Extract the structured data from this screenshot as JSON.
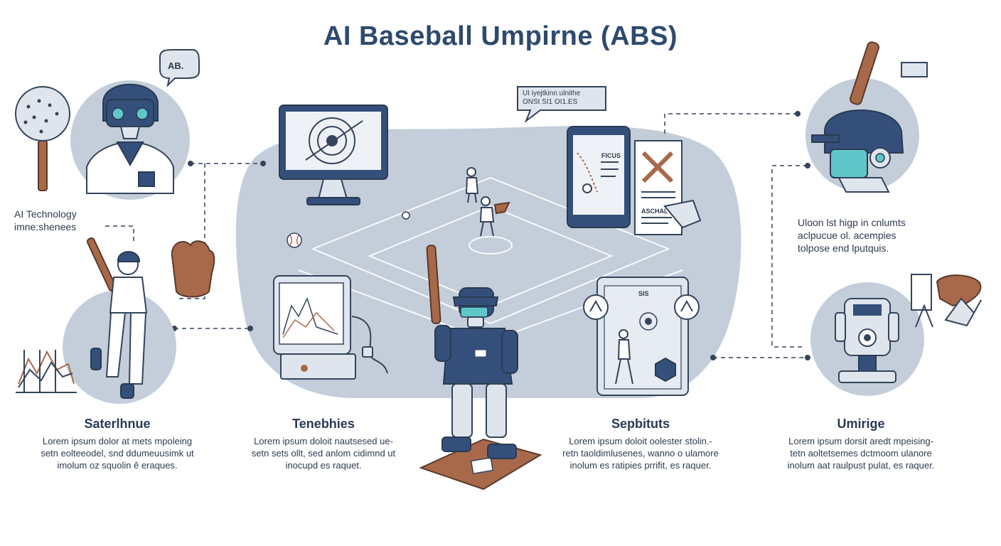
{
  "title": "AI Baseball Umpirne (ABS)",
  "speech_bubble": "AB.",
  "top_bubble": [
    "UI iyejtkinn ulnithe",
    "ONSt SI1 OI1.ES"
  ],
  "left_label": [
    "AI Technology",
    "imne:shenees"
  ],
  "right_text": [
    "Uloon lst higp in cnlumts",
    "aclpucue ol. acempies",
    "tolpose end lputquis."
  ],
  "phone_texts": [
    "FICUS",
    "ASCHAL"
  ],
  "tablet_text": "SIS",
  "columns": [
    {
      "heading": "Saterlhnue",
      "lines": [
        "Lorem ipsum dolor at mets mpoleing",
        "setn eolteeodel, snd ddumeuusimk ut",
        "imolum oz squolin ê eraques."
      ]
    },
    {
      "heading": "Tenebhies",
      "lines": [
        "Lorem ipsum doloit nautsesed ue-",
        "setn sets ollt, sed anlom cidimnd ut",
        "inocupd es raquet."
      ]
    },
    {
      "heading": "Sepbituts",
      "lines": [
        "Lorem ipsum doloit oolester stolin.-",
        "retn taoldimlusenes, wanno o ulamore",
        "inolum es ratipies prrifit, es raquer."
      ]
    },
    {
      "heading": "Umirige",
      "lines": [
        "Lorem ipsum dorsit aredt mpeising-",
        "tetn aoltetsemes dctmoom ulanore",
        "inolum aat raulpust pulat, es raquer."
      ]
    }
  ],
  "colors": {
    "navy": "#2e4a6e",
    "light": "#c4ceda",
    "mid": "#8fa1b8",
    "brown": "#a7694a",
    "teal": "#5fc7c9"
  }
}
